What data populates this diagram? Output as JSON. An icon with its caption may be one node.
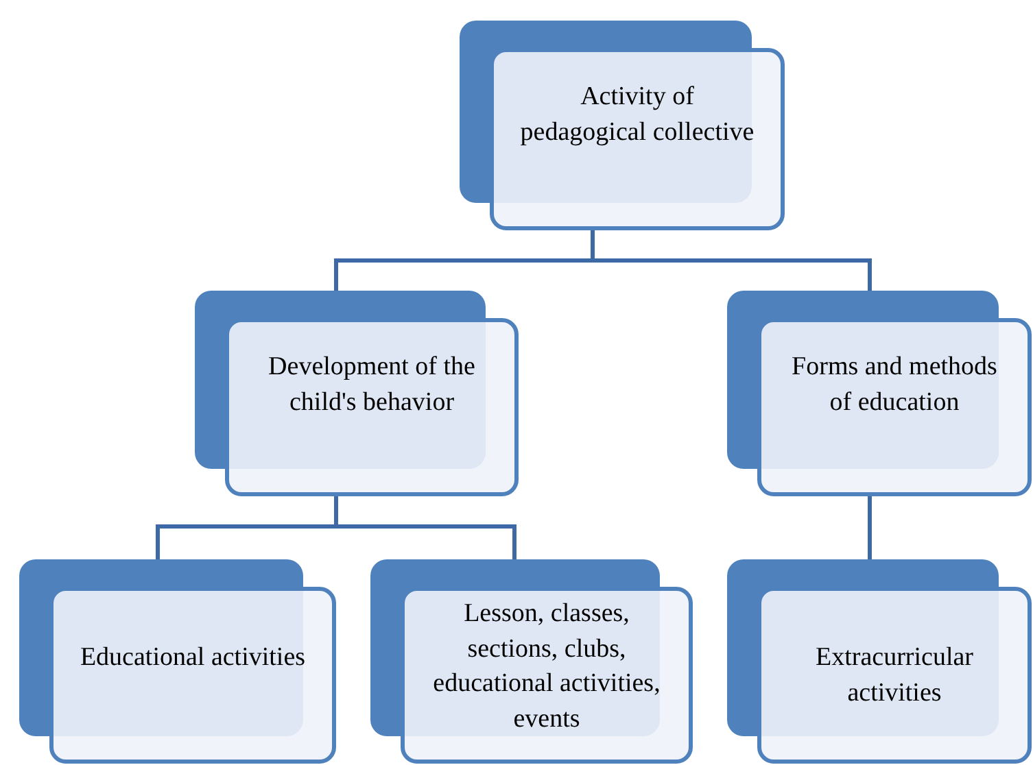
{
  "diagram": {
    "nodes": [
      {
        "text": [
          "Activity of pedagogical collective"
        ]
      },
      {
        "text": [
          "Development of the child's behavior"
        ]
      },
      {
        "text": [
          "Forms and methods of education"
        ]
      },
      {
        "text": [
          "Educational activities"
        ]
      },
      {
        "text": [
          "Lesson, classes, sections, clubs, educational activities, events"
        ]
      },
      {
        "text": [
          "Extracurricular activities"
        ]
      }
    ],
    "edges": [
      {
        "from": 0,
        "to": 1,
        "arrow": "none"
      },
      {
        "from": 0,
        "to": 2,
        "arrow": "none"
      },
      {
        "from": 1,
        "to": 3,
        "arrow": "none"
      },
      {
        "from": 1,
        "to": 4,
        "arrow": "none"
      },
      {
        "from": 2,
        "to": 5,
        "arrow": "none"
      }
    ]
  }
}
